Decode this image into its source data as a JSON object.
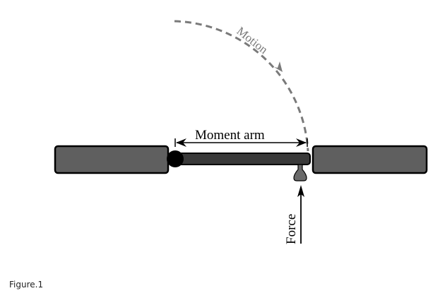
{
  "diagram": {
    "labels": {
      "motion": "Motion",
      "moment_arm": "Moment arm",
      "force": "Force"
    },
    "colors": {
      "block_fill": "#5f5f5f",
      "bar_fill": "#3a3a3a",
      "outline": "#000000",
      "motion_arc": "#7a7a7a",
      "handle_fill": "#6a6a6a"
    }
  },
  "caption": "Figure.1"
}
